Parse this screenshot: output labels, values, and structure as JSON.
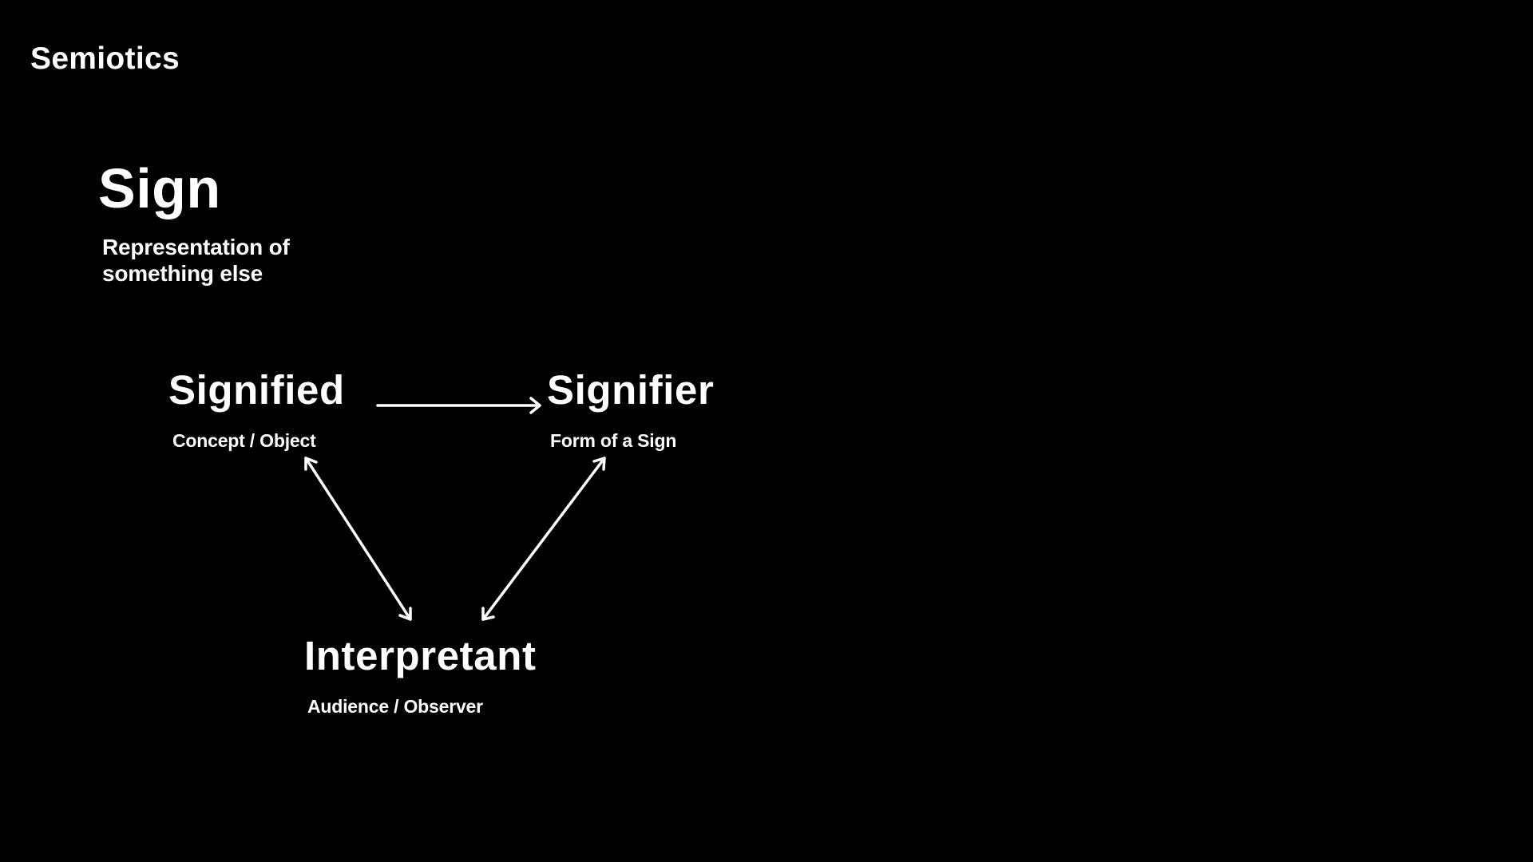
{
  "page": {
    "title": "Semiotics",
    "background_color": "#000000",
    "text_color": "#ffffff"
  },
  "sign": {
    "title": "Sign",
    "description": "Representation of something else"
  },
  "nodes": {
    "signified": {
      "title": "Signified",
      "subtitle": "Concept / Object"
    },
    "signifier": {
      "title": "Signifier",
      "subtitle": "Form of a Sign"
    },
    "interpretant": {
      "title": "Interpretant",
      "subtitle": "Audience / Observer"
    }
  },
  "edges": [
    {
      "from": "signified",
      "to": "signifier",
      "direction": "one-way"
    },
    {
      "from": "signified",
      "to": "interpretant",
      "direction": "two-way"
    },
    {
      "from": "signifier",
      "to": "interpretant",
      "direction": "two-way"
    }
  ]
}
